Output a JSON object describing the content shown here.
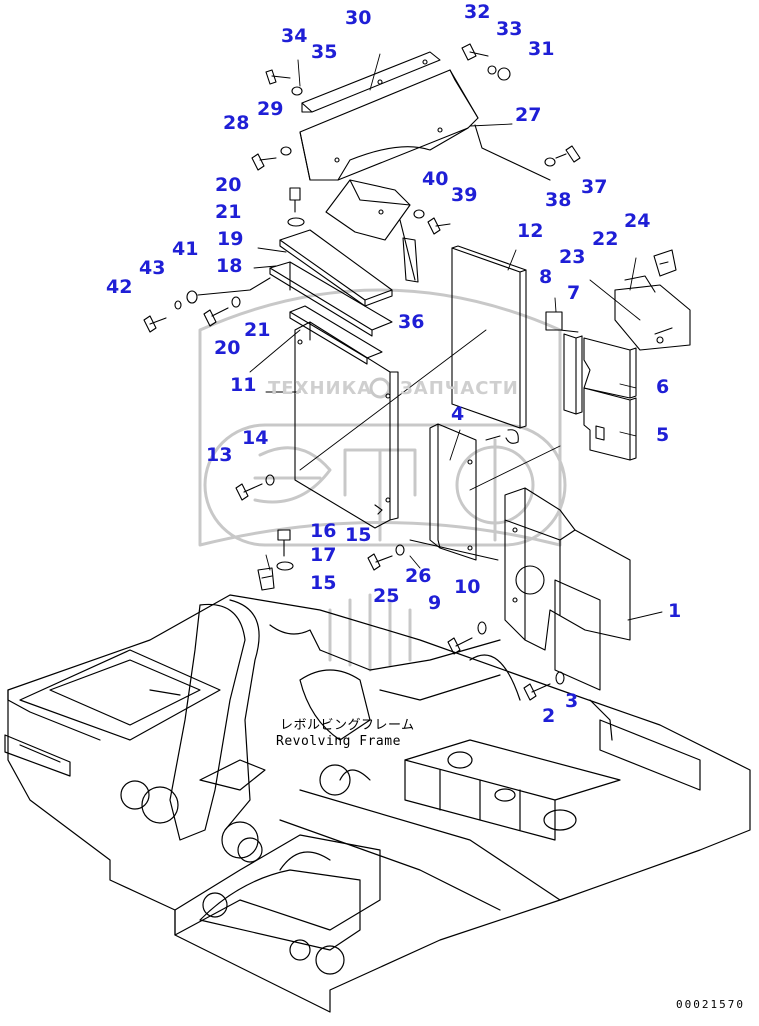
{
  "watermark": {
    "left_text": "ТЕХНИКА",
    "right_text": "ЗАПЧАСТИ",
    "logo_letters": "ЭПФ"
  },
  "frame_label": {
    "japanese": "レボルビングフレーム",
    "english": "Revolving Frame"
  },
  "drawing_number": "00021570",
  "callouts": [
    {
      "id": "c30",
      "text": "30"
    },
    {
      "id": "c32",
      "text": "32"
    },
    {
      "id": "c33",
      "text": "33"
    },
    {
      "id": "c34",
      "text": "34"
    },
    {
      "id": "c35",
      "text": "35"
    },
    {
      "id": "c31",
      "text": "31"
    },
    {
      "id": "c28",
      "text": "28"
    },
    {
      "id": "c29",
      "text": "29"
    },
    {
      "id": "c27",
      "text": "27"
    },
    {
      "id": "c37",
      "text": "37"
    },
    {
      "id": "c38",
      "text": "38"
    },
    {
      "id": "c20a",
      "text": "20"
    },
    {
      "id": "c40",
      "text": "40"
    },
    {
      "id": "c39",
      "text": "39"
    },
    {
      "id": "c21a",
      "text": "21"
    },
    {
      "id": "c19",
      "text": "19"
    },
    {
      "id": "c12",
      "text": "12"
    },
    {
      "id": "c24",
      "text": "24"
    },
    {
      "id": "c22",
      "text": "22"
    },
    {
      "id": "c23",
      "text": "23"
    },
    {
      "id": "c18",
      "text": "18"
    },
    {
      "id": "c41",
      "text": "41"
    },
    {
      "id": "c43",
      "text": "43"
    },
    {
      "id": "c42",
      "text": "42"
    },
    {
      "id": "c8",
      "text": "8"
    },
    {
      "id": "c7",
      "text": "7"
    },
    {
      "id": "c36",
      "text": "36"
    },
    {
      "id": "c21b",
      "text": "21"
    },
    {
      "id": "c20b",
      "text": "20"
    },
    {
      "id": "c11",
      "text": "11"
    },
    {
      "id": "c6",
      "text": "6"
    },
    {
      "id": "c4",
      "text": "4"
    },
    {
      "id": "c5",
      "text": "5"
    },
    {
      "id": "c14",
      "text": "14"
    },
    {
      "id": "c13",
      "text": "13"
    },
    {
      "id": "c15a",
      "text": "15"
    },
    {
      "id": "c16",
      "text": "16"
    },
    {
      "id": "c17",
      "text": "17"
    },
    {
      "id": "c15b",
      "text": "15"
    },
    {
      "id": "c26",
      "text": "26"
    },
    {
      "id": "c25",
      "text": "25"
    },
    {
      "id": "c10",
      "text": "10"
    },
    {
      "id": "c9",
      "text": "9"
    },
    {
      "id": "c1",
      "text": "1"
    },
    {
      "id": "c2",
      "text": "2"
    },
    {
      "id": "c3",
      "text": "3"
    }
  ]
}
